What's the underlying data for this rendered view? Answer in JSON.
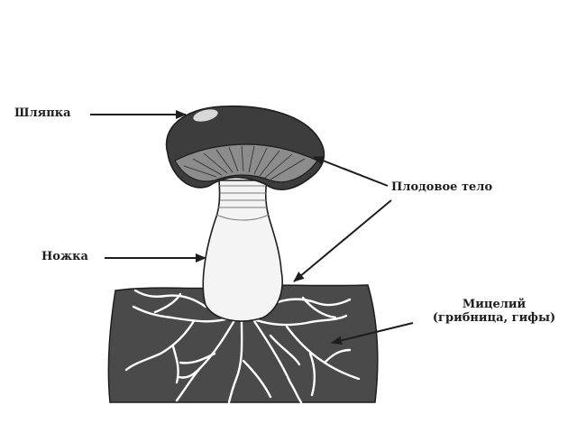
{
  "labels": {
    "cap": "Шляпка",
    "stem": "Ножка",
    "fruiting_body": "Плодовое тело",
    "mycelium_line1": "Мицелий",
    "mycelium_line2": "(грибница, гифы)"
  },
  "colors": {
    "ink": "#1e1e1e",
    "cap_fill": "#3d3d3d",
    "gills_fill": "#8c8c8c",
    "soil_fill": "#4a4a4a",
    "stem_fill": "#f4f4f4",
    "hyphae": "#ffffff"
  }
}
